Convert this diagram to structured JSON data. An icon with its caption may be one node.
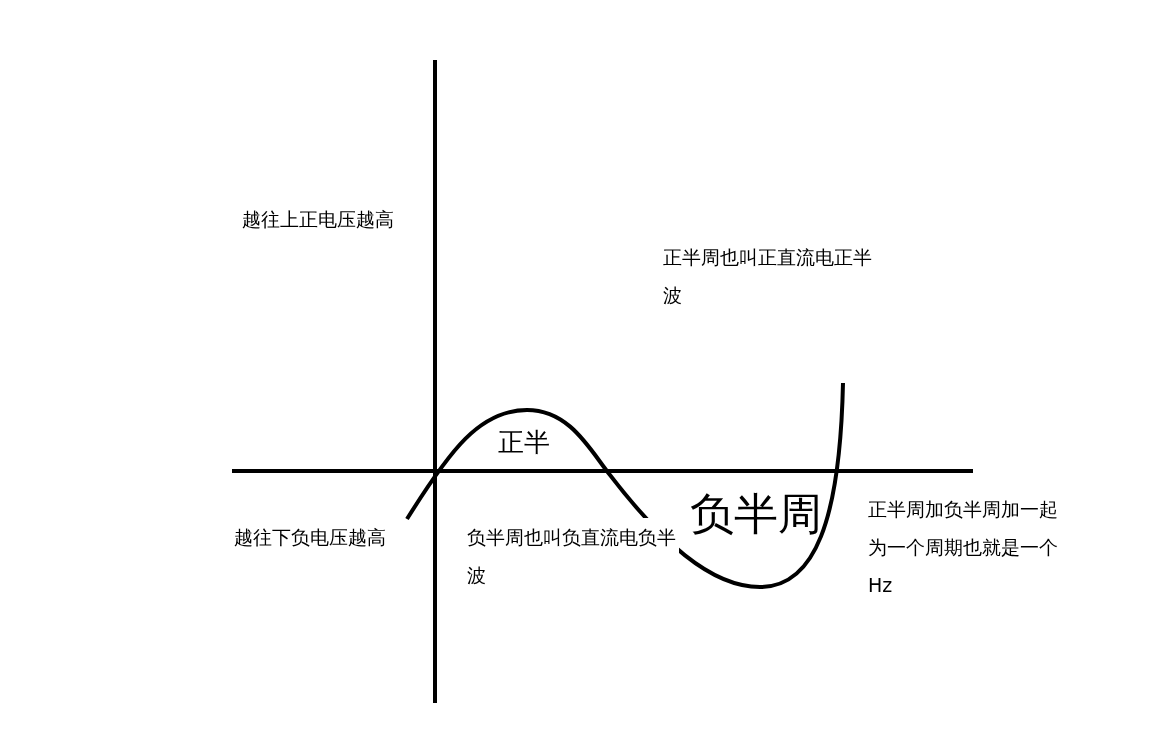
{
  "diagram": {
    "labels": [
      "越往上正电压越高",
      "正半周也叫正直流电正半波",
      "正半",
      "越往下负电压越高",
      "负半周也叫负直流电负半波",
      "负半周",
      "正半周加负半周加一起为一个周期也就是一个Hz"
    ]
  }
}
